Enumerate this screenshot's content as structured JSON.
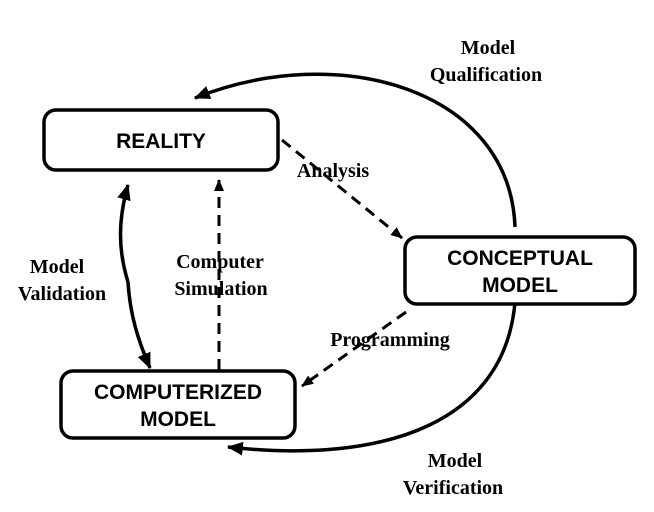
{
  "nodes": {
    "reality": {
      "lines": [
        "REALITY"
      ]
    },
    "conceptual": {
      "lines": [
        "CONCEPTUAL",
        "MODEL"
      ]
    },
    "computerized": {
      "lines": [
        "COMPUTERIZED",
        "MODEL"
      ]
    }
  },
  "edges": {
    "qualification": {
      "lines": [
        "Model",
        "Qualification"
      ]
    },
    "analysis": {
      "lines": [
        "Analysis"
      ]
    },
    "programming": {
      "lines": [
        "Programming"
      ]
    },
    "verification": {
      "lines": [
        "Model",
        "Verification"
      ]
    },
    "validation": {
      "lines": [
        "Model",
        "Validation"
      ]
    },
    "simulation": {
      "lines": [
        "Computer",
        "Simulation"
      ]
    }
  }
}
